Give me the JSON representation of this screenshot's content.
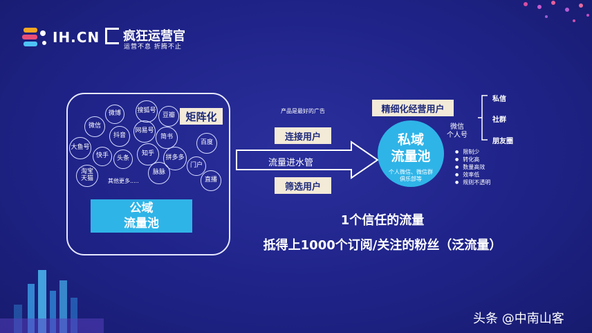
{
  "logo": {
    "text": "IH.CN"
  },
  "brand": {
    "main": "疯狂运营官",
    "sub": "运营不息 折腾不止"
  },
  "public_pool": {
    "bubbles": [
      "微博",
      "搜狐号",
      "豆瓣",
      "微信",
      "抖音",
      "网易号",
      "大鱼号",
      "简书",
      "百度",
      "快手",
      "头条",
      "知乎",
      "拼多多",
      "门户",
      "淘宝\n天猫",
      "脉脉",
      "直播"
    ],
    "more": "其他更多.....",
    "matrix_label": "矩阵化",
    "title_line1": "公域",
    "title_line2": "流量池"
  },
  "flow": {
    "ad_text": "产品是最好的广告",
    "connect_label": "连接用户",
    "arrow_label": "流量进水管",
    "filter_label": "筛选用户"
  },
  "private_pool": {
    "refine_label": "精细化经营用户",
    "title_line1": "私域",
    "title_line2": "流量池",
    "sub_line1": "个人微信、微信群",
    "sub_line2": "俱乐部等",
    "wechat_line1": "微信",
    "wechat_line2": "个人号",
    "channels": [
      "私信",
      "社群",
      "朋友圈"
    ],
    "traits": [
      "限制少",
      "转化高",
      "数量高效",
      "效率低",
      "规则不透明"
    ]
  },
  "conclusion": {
    "line1": "1个信任的流量",
    "line2": "抵得上1000个订阅/关注的粉丝（泛流量）"
  },
  "watermark": "头条 @中南山客"
}
